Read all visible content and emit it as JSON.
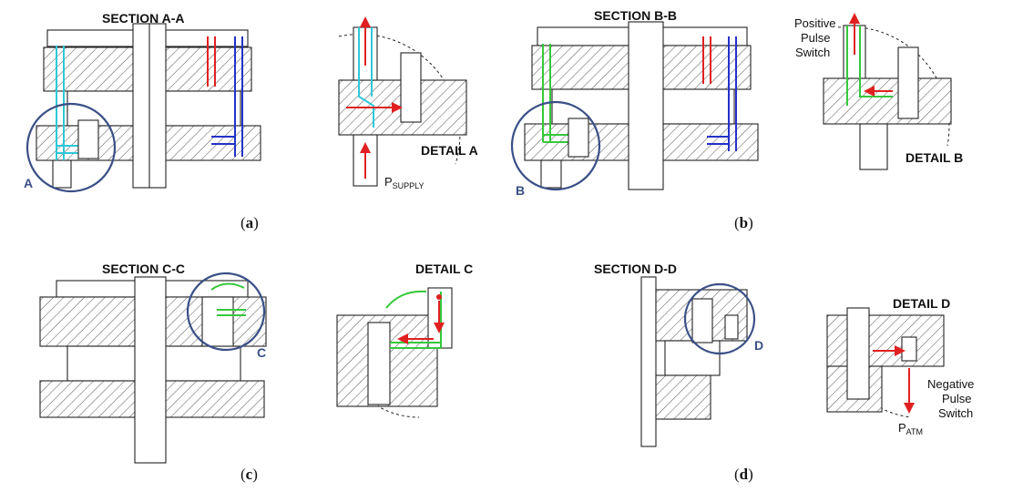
{
  "panels": {
    "a": {
      "section_title": "SECTION A-A",
      "detail_title": "DETAIL A",
      "callout_letter": "A",
      "supply_label_main": "P",
      "supply_label_sub": "SUPPLY",
      "caption": "a"
    },
    "b": {
      "section_title": "SECTION B-B",
      "detail_title": "DETAIL B",
      "callout_letter": "B",
      "switch_label_line1": "Positive",
      "switch_label_line2": "Pulse",
      "switch_label_line3": "Switch",
      "caption": "b"
    },
    "c": {
      "section_title": "SECTION C-C",
      "detail_title": "DETAIL C",
      "callout_letter": "C",
      "caption": "c"
    },
    "d": {
      "section_title": "SECTION D-D",
      "detail_title": "DETAIL D",
      "callout_letter": "D",
      "switch_label_line1": "Negative",
      "switch_label_line2": "Pulse",
      "switch_label_line3": "Switch",
      "atm_label_main": "P",
      "atm_label_sub": "ATM",
      "caption": "d"
    }
  },
  "colors": {
    "supply_channel": "#2ec7d9",
    "pulse_channel": "#35c83a",
    "flow_arrow": "#e02020",
    "return_channel": "#2431c9",
    "callout_circle": "#3a4f86"
  }
}
